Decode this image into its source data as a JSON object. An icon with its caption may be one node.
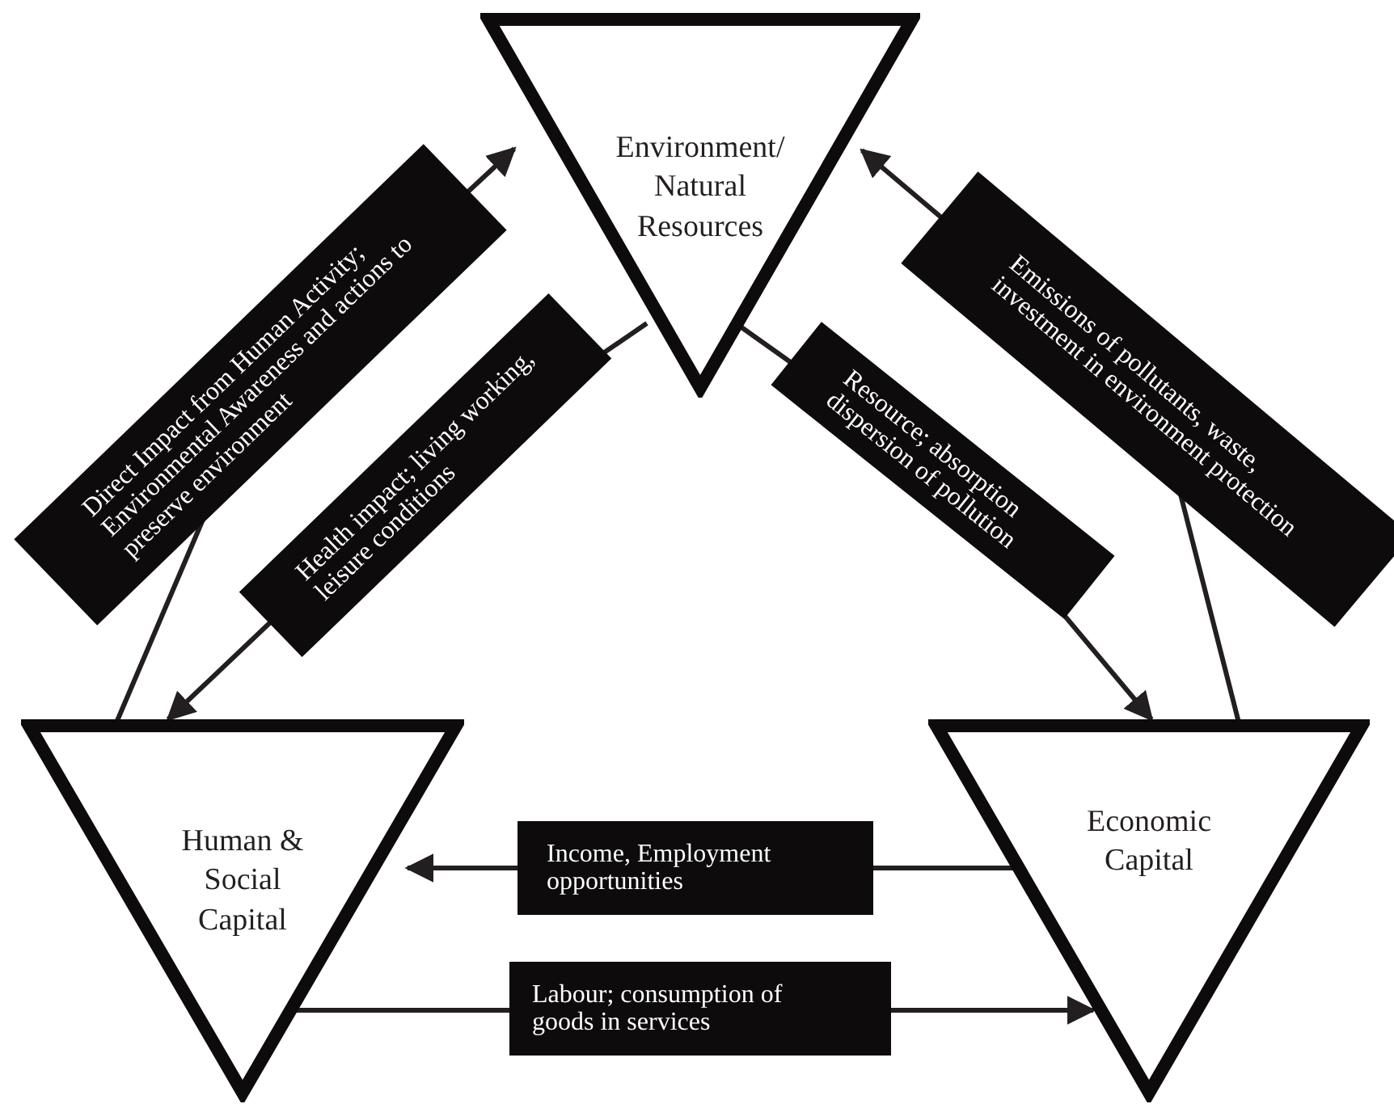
{
  "diagram": {
    "nodes": [
      {
        "text": [
          "Environment/ Natural Resources"
        ]
      },
      {
        "text": [
          "Human & Social Capital"
        ]
      },
      {
        "text": [
          "Economic Capital"
        ]
      }
    ],
    "edges": [
      {
        "from": 1,
        "to": 0,
        "arrow": "to",
        "label": "Direct Impact from Human Activity; Environmental Awareness and actions to preserve environment"
      },
      {
        "from": 0,
        "to": 1,
        "arrow": "to",
        "label": "Health impact; living working, leisure conditions"
      },
      {
        "from": 2,
        "to": 0,
        "arrow": "to",
        "label": "Emissions of pollutants, waste, investment in environment protection"
      },
      {
        "from": 0,
        "to": 2,
        "arrow": "to",
        "label": "Resource; absorption dispersion of pollution"
      },
      {
        "from": 2,
        "to": 1,
        "arrow": "to",
        "label": "Income, Employment opportunities"
      },
      {
        "from": 1,
        "to": 2,
        "arrow": "to",
        "label": "Labour; consumption of goods in services"
      }
    ]
  }
}
